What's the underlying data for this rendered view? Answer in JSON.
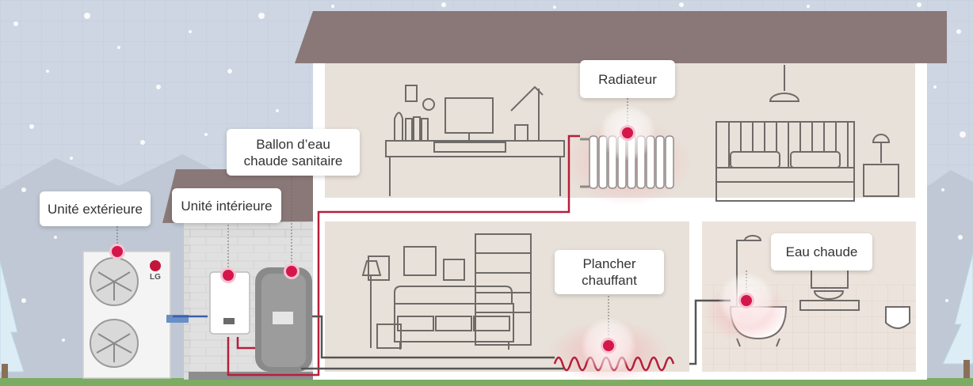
{
  "labels": {
    "outdoor_unit": "Unité extérieure",
    "indoor_unit": "Unité intérieure",
    "water_tank": "Ballon d’eau\nchaude sanitaire",
    "radiator": "Radiateur",
    "floor_heating": "Plancher\nchauffant",
    "hot_water": "Eau chaude"
  },
  "brand": {
    "logo_text": "LG"
  },
  "colors": {
    "sky": "#cfd8e3",
    "roof": "#8a7878",
    "wall": "#e7e1dc",
    "pipe": "#b51f3a",
    "marker": "#d4174b"
  }
}
